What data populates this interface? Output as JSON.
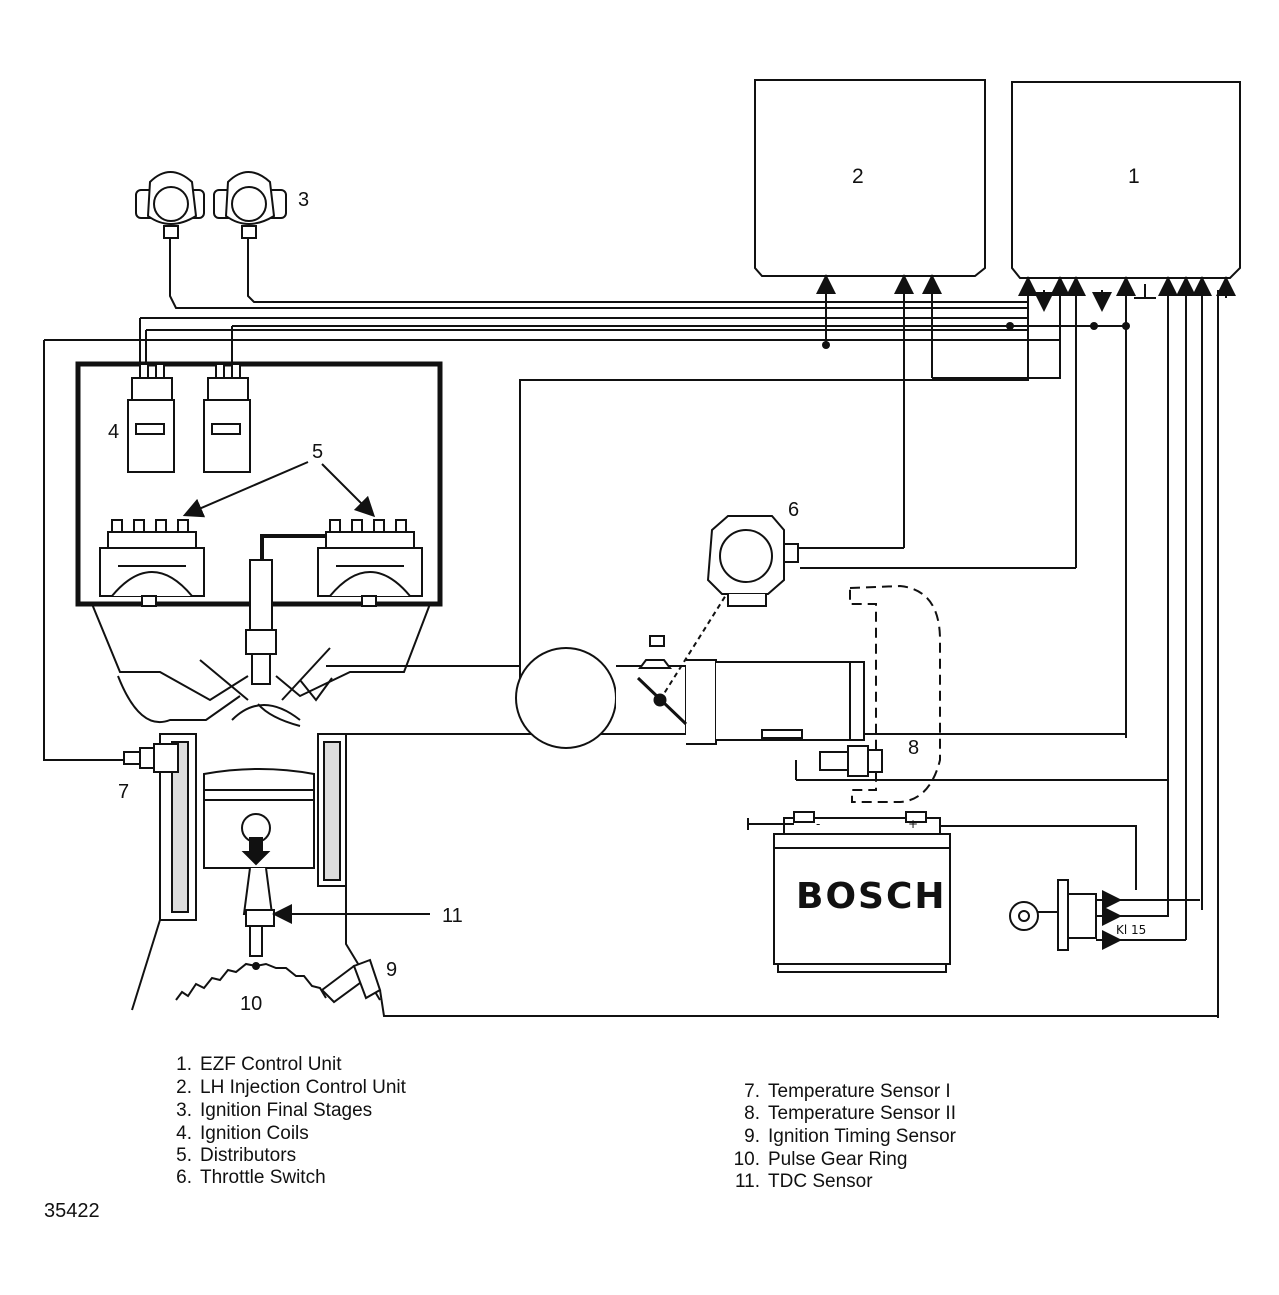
{
  "diagram": {
    "figure_number": "35422",
    "callouts": {
      "c1": "1",
      "c2": "2",
      "c3": "3",
      "c4": "4",
      "c5": "5",
      "c6": "6",
      "c7": "7",
      "c8": "8",
      "c9": "9",
      "c10": "10",
      "c11": "11"
    },
    "battery_brand": "BOSCH",
    "battery_terminals": {
      "neg": "-",
      "pos": "+"
    },
    "ignition_switch_terminal": "Kl 15"
  },
  "legend": {
    "left": [
      {
        "num": "1.",
        "label": "EZF Control Unit"
      },
      {
        "num": "2.",
        "label": "LH Injection Control Unit"
      },
      {
        "num": "3.",
        "label": "Ignition Final Stages"
      },
      {
        "num": "4.",
        "label": "Ignition Coils"
      },
      {
        "num": "5.",
        "label": "Distributors"
      },
      {
        "num": "6.",
        "label": "Throttle Switch"
      }
    ],
    "right": [
      {
        "num": "7.",
        "label": "Temperature Sensor I"
      },
      {
        "num": "8.",
        "label": "Temperature Sensor II"
      },
      {
        "num": "9.",
        "label": "Ignition Timing Sensor"
      },
      {
        "num": "10.",
        "label": "Pulse Gear Ring"
      },
      {
        "num": "11.",
        "label": "TDC Sensor"
      }
    ]
  }
}
